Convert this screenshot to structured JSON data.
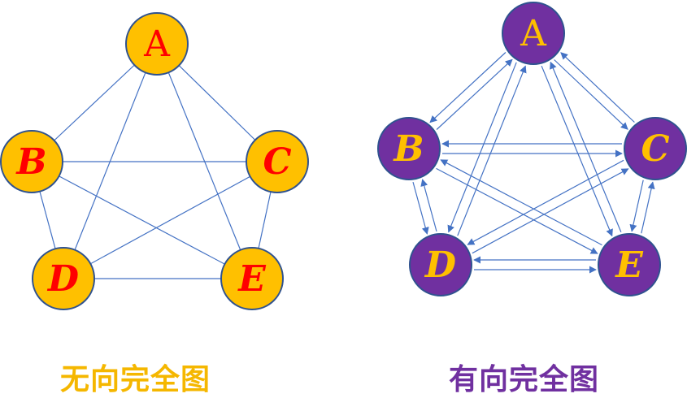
{
  "colors": {
    "edge": "#4472c4",
    "undirected_node_fill": "#ffc000",
    "undirected_node_stroke": "#2f528f",
    "undirected_label": "#ff0000",
    "directed_node_fill": "#7030a0",
    "directed_node_stroke": "#2f528f",
    "directed_label": "#ffc000",
    "undirected_caption": "#f5b700",
    "directed_caption": "#7030a0"
  },
  "undirected_graph": {
    "caption": "无向完全图",
    "nodes": [
      {
        "id": "A",
        "label": "A"
      },
      {
        "id": "B",
        "label": "B"
      },
      {
        "id": "C",
        "label": "C"
      },
      {
        "id": "D",
        "label": "D"
      },
      {
        "id": "E",
        "label": "E"
      }
    ],
    "edges": [
      [
        "A",
        "B"
      ],
      [
        "A",
        "C"
      ],
      [
        "A",
        "D"
      ],
      [
        "A",
        "E"
      ],
      [
        "B",
        "C"
      ],
      [
        "B",
        "D"
      ],
      [
        "B",
        "E"
      ],
      [
        "C",
        "D"
      ],
      [
        "C",
        "E"
      ],
      [
        "D",
        "E"
      ]
    ]
  },
  "directed_graph": {
    "caption": "有向完全图",
    "nodes": [
      {
        "id": "A",
        "label": "A"
      },
      {
        "id": "B",
        "label": "B"
      },
      {
        "id": "C",
        "label": "C"
      },
      {
        "id": "D",
        "label": "D"
      },
      {
        "id": "E",
        "label": "E"
      }
    ],
    "edges": [
      [
        "A",
        "B"
      ],
      [
        "B",
        "A"
      ],
      [
        "A",
        "C"
      ],
      [
        "C",
        "A"
      ],
      [
        "A",
        "D"
      ],
      [
        "D",
        "A"
      ],
      [
        "A",
        "E"
      ],
      [
        "E",
        "A"
      ],
      [
        "B",
        "C"
      ],
      [
        "C",
        "B"
      ],
      [
        "B",
        "D"
      ],
      [
        "D",
        "B"
      ],
      [
        "B",
        "E"
      ],
      [
        "E",
        "B"
      ],
      [
        "C",
        "D"
      ],
      [
        "D",
        "C"
      ],
      [
        "C",
        "E"
      ],
      [
        "E",
        "C"
      ],
      [
        "D",
        "E"
      ],
      [
        "E",
        "D"
      ]
    ]
  }
}
